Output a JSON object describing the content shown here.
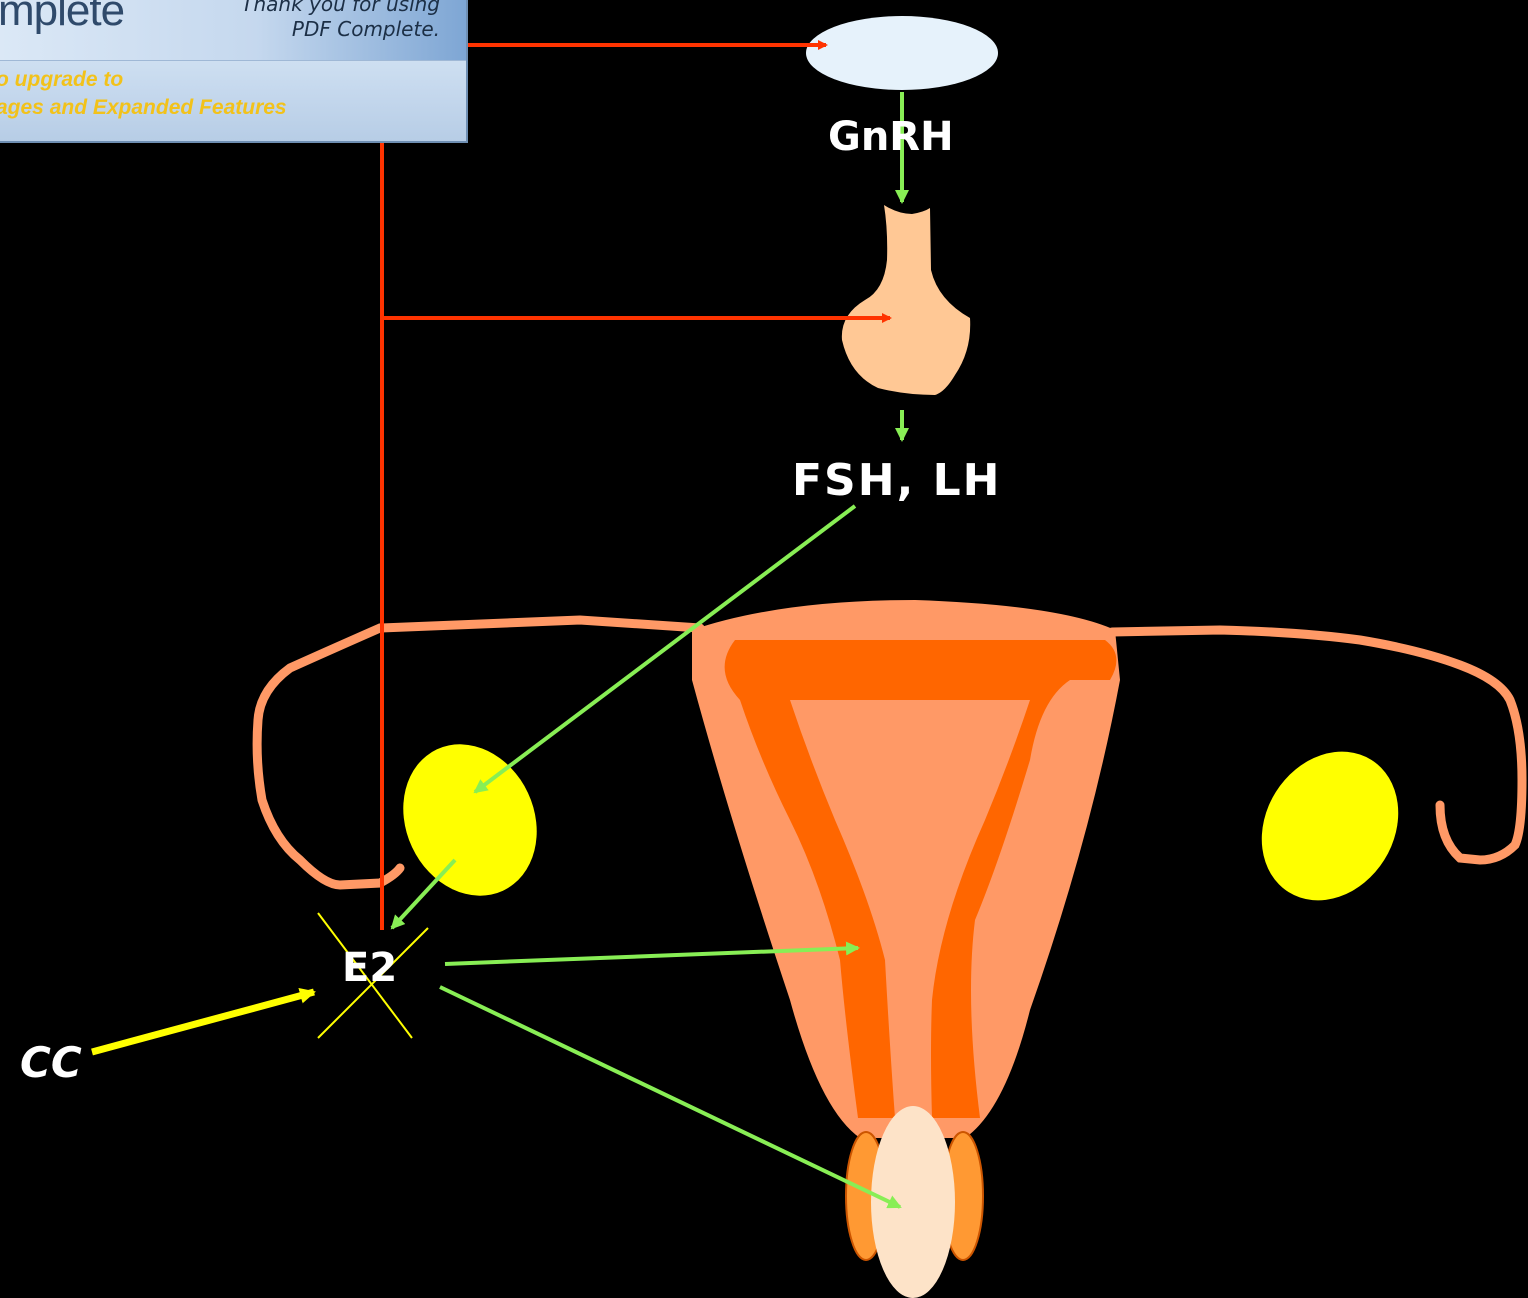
{
  "banner": {
    "logo_text": "mplete",
    "thanks_line1": "Thank you for using",
    "thanks_line2": "PDF Complete.",
    "upgrade_line1": "o upgrade to",
    "upgrade_line2": "ages and Expanded Features"
  },
  "labels": {
    "gnrh": "GnRH",
    "fsh_lh": "FSH, LH",
    "e2": "E2",
    "cc": "CC"
  },
  "colors": {
    "background": "#000000",
    "feedback_arrow": "#ff3300",
    "stimulation_arrow": "#88ee55",
    "drug_arrow": "#ffff00",
    "ovary": "#ffff00",
    "pituitary": "#ffc895",
    "uterus_outer": "#ff9966",
    "uterus_inner": "#ff6600"
  }
}
